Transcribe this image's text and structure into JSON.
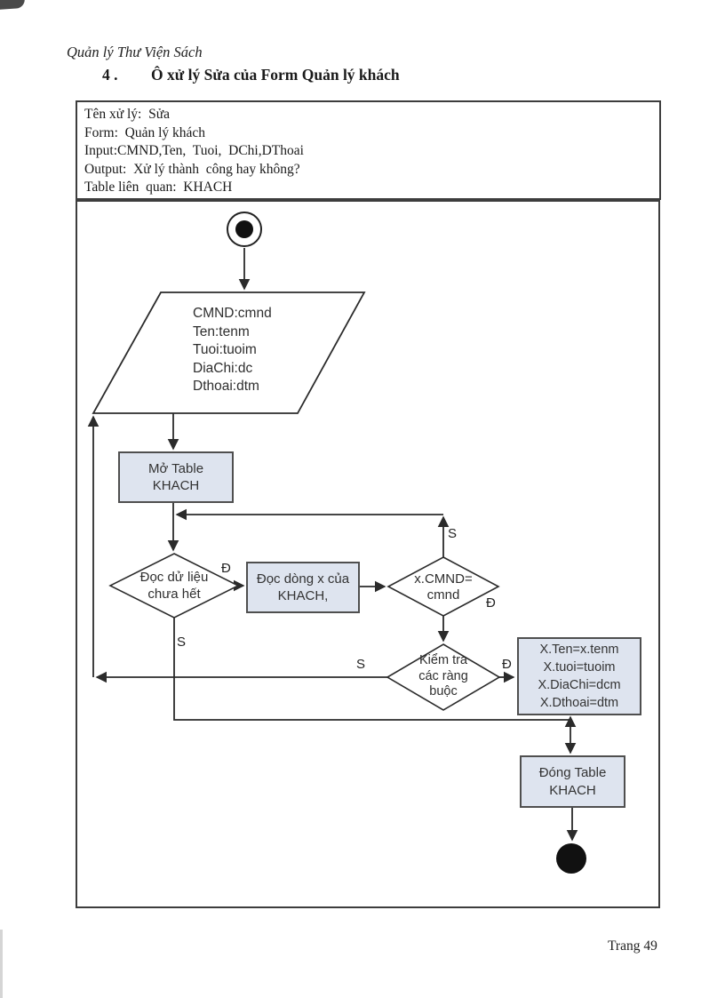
{
  "page": {
    "header_italic": "Quản lý Thư Viện Sách",
    "heading_number": "4 .",
    "heading_text": "Ô xử lý Sửa của Form Quản lý khách",
    "footer_page": "Trang 49"
  },
  "spec_box": {
    "lines": [
      "Tên xử lý:  Sửa",
      "Form:  Quản lý khách",
      "Input:CMND,Ten,  Tuoi,  DChi,DThoai",
      "Output:  Xử lý thành  công hay không?",
      "Table liên  quan:  KHACH"
    ]
  },
  "flowchart": {
    "input_node": "CMND:cmnd\nTen:tenm\nTuoi:tuoim\nDiaChi:dc\nDthoai:dtm",
    "open_table_node": "Mở Table\nKHACH",
    "read_data_decision": "Đọc dử liệu\nchưa hết",
    "read_row_node": "Đọc dòng x của\nKHACH,",
    "cmnd_decision": "x.CMND=\ncmnd",
    "constraint_decision": "Kiểm tra\ncác ràng\nbuộc",
    "assign_node": "X.Ten=x.tenm\nX.tuoi=tuoim\nX.DiaChi=dcm\nX.Dthoai=dtm",
    "close_table_node": "Đóng Table\nKHACH",
    "labels": {
      "read_yes": "Đ",
      "read_no": "S",
      "cmnd_no": "S",
      "cmnd_yes": "Đ",
      "constraint_no": "S",
      "constraint_yes": "Đ"
    },
    "colors": {
      "node_fill": "#dee4ef",
      "node_border": "#4f4f4f",
      "line_color": "#2b2b2b"
    }
  }
}
